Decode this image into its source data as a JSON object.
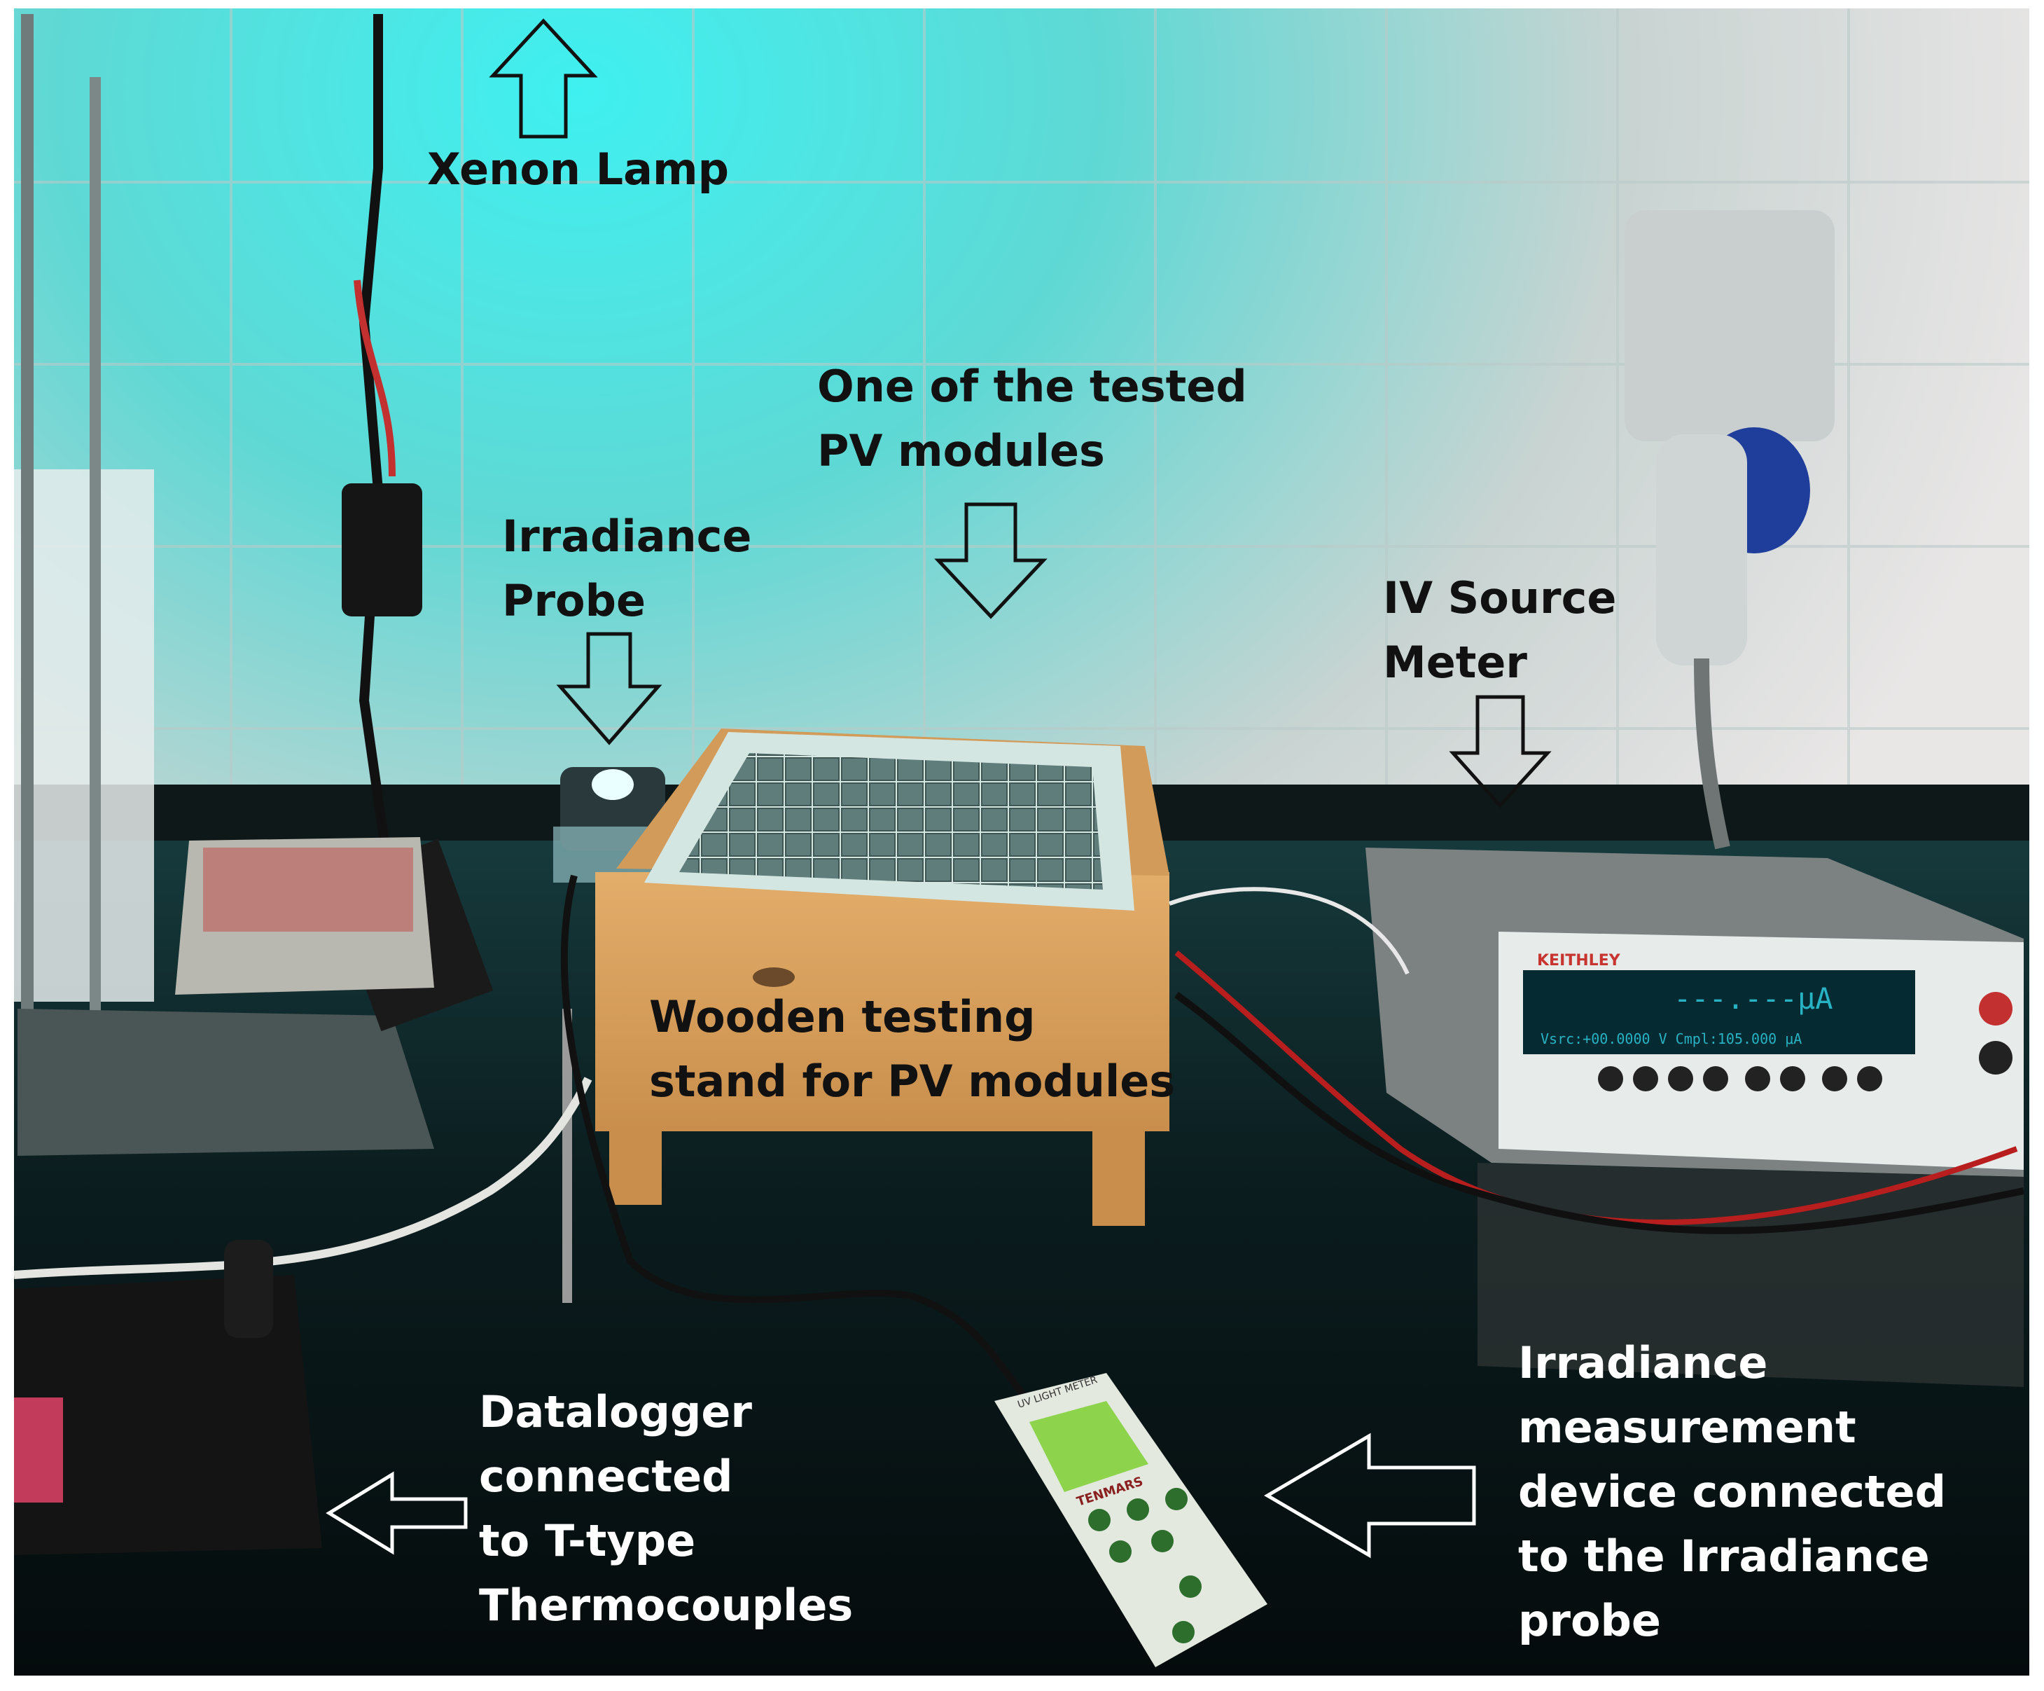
{
  "labels": {
    "xenon_lamp": "Xenon Lamp",
    "tested_module": [
      "One of the tested",
      "PV modules"
    ],
    "irradiance_probe": [
      "Irradiance",
      "Probe"
    ],
    "iv_source_meter": [
      "IV Source",
      "Meter"
    ],
    "wooden_stand": [
      "Wooden testing",
      "stand for PV modules"
    ],
    "datalogger": [
      "Datalogger",
      "connected",
      "to T-type",
      "Thermocouples"
    ],
    "irradiance_device": [
      "Irradiance",
      "measurement",
      "device connected",
      "to the Irradiance",
      "probe"
    ]
  },
  "instruments": {
    "source_meter_brand": "KEITHLEY",
    "source_meter_reading": "---.---μA",
    "source_meter_status": "Vsrc:+00.0000 V   Cmpl:105.000 μA",
    "light_meter_brand": "TENMARS",
    "light_meter_title": "UV LIGHT METER"
  },
  "colors": {
    "wall_glow": "#2fd6d6",
    "counter": "#0b1a1c",
    "wood": "#d9a25f",
    "annotation_dark": "#111111",
    "annotation_light": "#ffffff"
  }
}
